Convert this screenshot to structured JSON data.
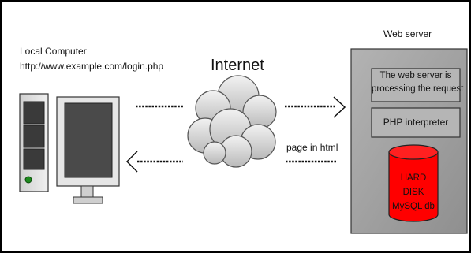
{
  "local": {
    "title": "Local Computer",
    "url": "http://www.example.com/login.php"
  },
  "internet": {
    "label": "Internet"
  },
  "server": {
    "title": "Web server",
    "processing_line1": "The web server is",
    "processing_line2": "processing the request",
    "interpreter": "PHP interpreter",
    "disk_line1": "HARD",
    "disk_line2": "DISK",
    "disk_line3": "MySQL db"
  },
  "response": {
    "label": "page in html"
  },
  "colors": {
    "server_bg": "#a3a3a3",
    "server_box_bg": "#b5b5b5",
    "disk_fill": "#ff0000",
    "monitor_fill": "#e6e6e6",
    "screen_fill": "#4a4a4a",
    "cloud_fill": "#d6d6d6"
  },
  "icons": [
    "desktop-computer-icon",
    "cloud-icon",
    "database-cylinder-icon",
    "arrow-right-icon",
    "arrow-left-icon"
  ]
}
